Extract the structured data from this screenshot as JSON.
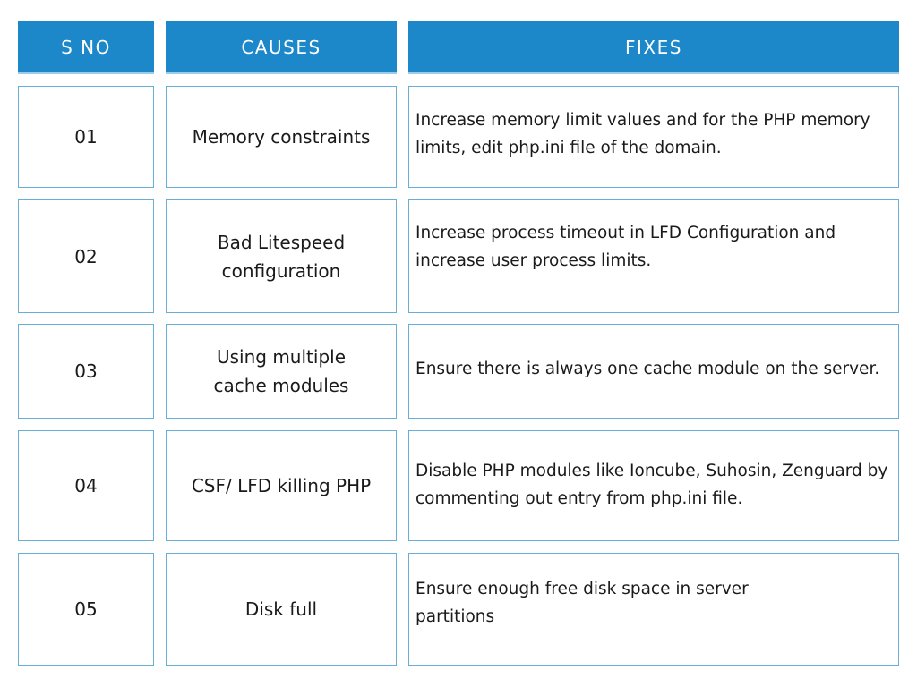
{
  "header": {
    "sno": "S NO",
    "causes": "CAUSES",
    "fixes": "FIXES"
  },
  "rows": [
    {
      "sno": "01",
      "cause": "Memory constraints",
      "fix": "Increase memory limit values and for the PHP memory limits, edit php.ini file of the domain."
    },
    {
      "sno": "02",
      "cause": "Bad Litespeed configuration",
      "fix": "Increase process timeout in LFD Configuration and increase user process limits."
    },
    {
      "sno": "03",
      "cause": "Using multiple cache modules",
      "fix": "Ensure there is always one cache module on the server."
    },
    {
      "sno": "04",
      "cause": "CSF/ LFD killing PHP",
      "fix": "Disable PHP modules like Ioncube, Suhosin, Zenguard by commenting out entry from php.ini file."
    },
    {
      "sno": "05",
      "cause": "Disk full",
      "fix": "Ensure enough free disk space in server partitions"
    }
  ],
  "colors": {
    "header_bg": "#1c87c9",
    "border": "#67aed8"
  }
}
